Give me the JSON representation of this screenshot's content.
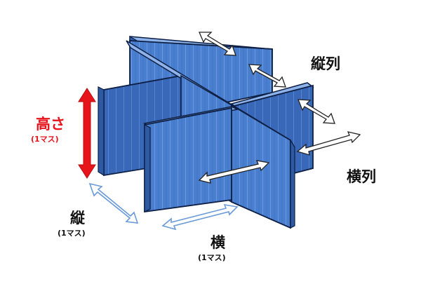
{
  "labels": {
    "height": {
      "text": "高さ",
      "unit": "(1マス)"
    },
    "col": {
      "text": "縦列"
    },
    "row": {
      "text": "横列"
    },
    "tate": {
      "text": "縦",
      "unit": "(1マス)"
    },
    "yoko": {
      "text": "横",
      "unit": "(1マス)"
    }
  },
  "colors": {
    "panel_front": "#4a7fd0",
    "panel_dark": "#2e5aa4",
    "panel_top": "#8db3ea",
    "outline": "#0d1f44",
    "height_arrow": "#e8141c",
    "dim_arrow": "#6a9ad8",
    "white_arrow": "#ffffff"
  }
}
